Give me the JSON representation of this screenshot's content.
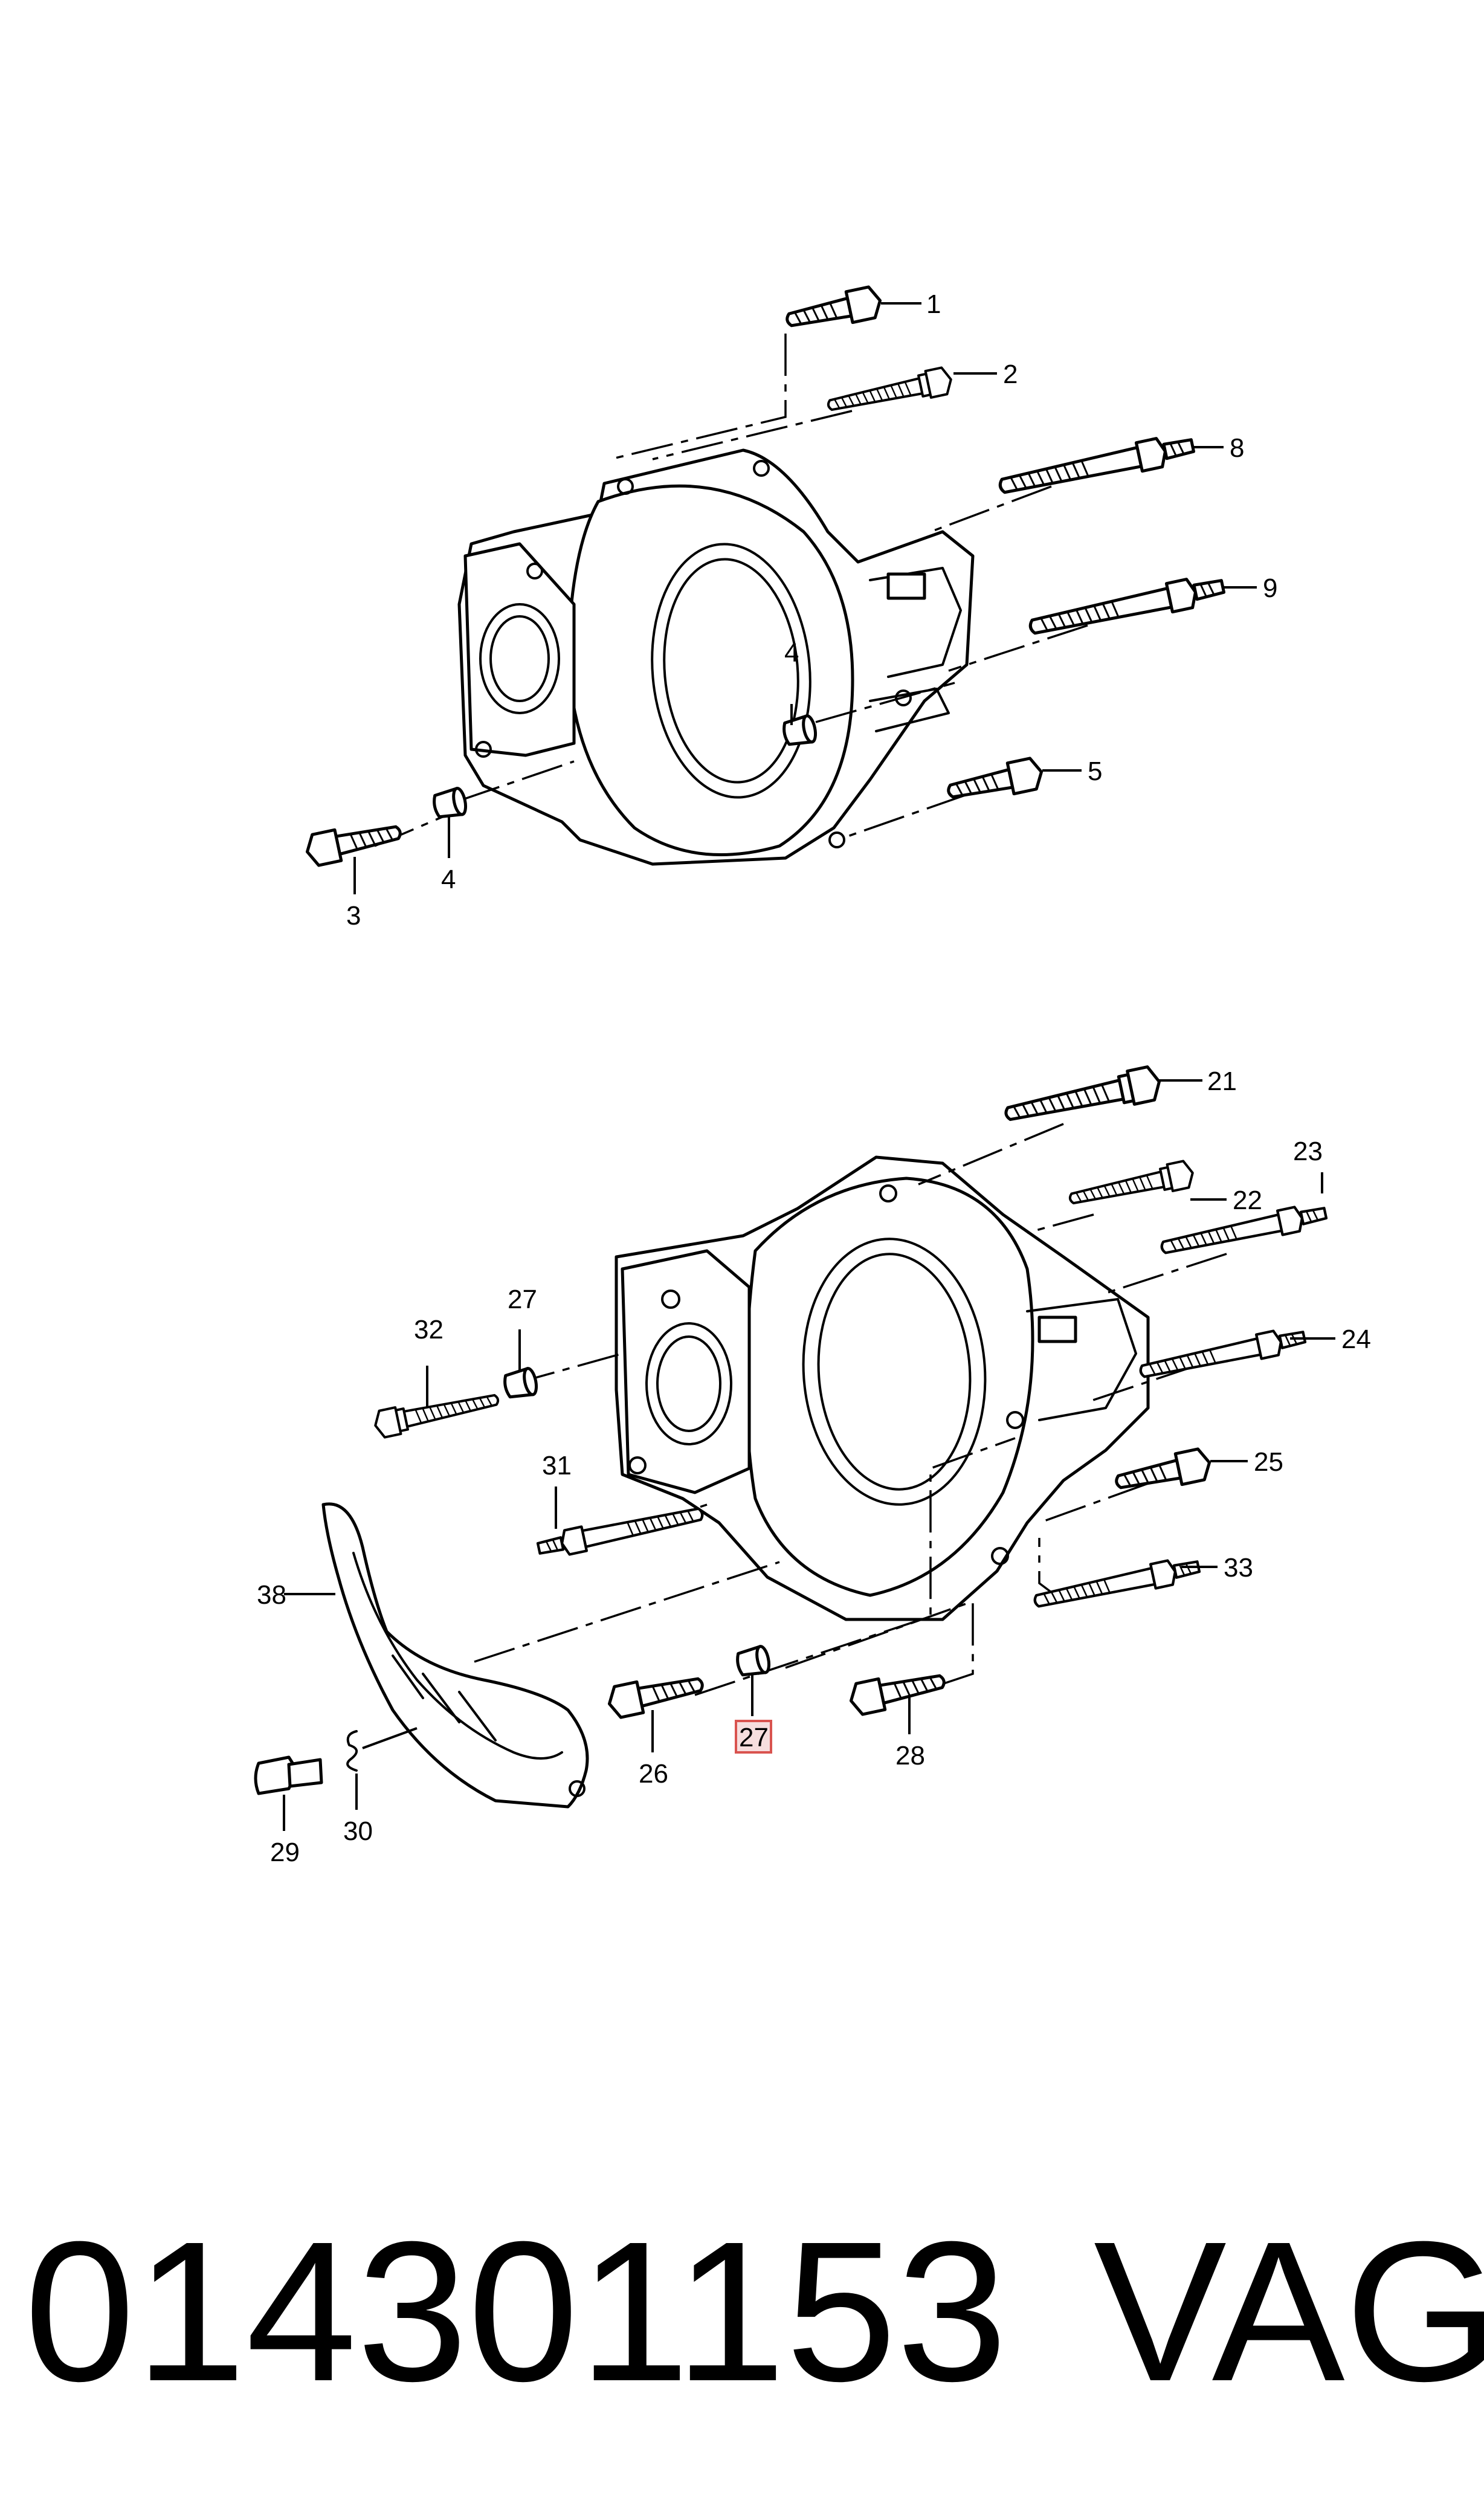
{
  "callouts_upper": [
    {
      "id": "callout-1",
      "label": "1"
    },
    {
      "id": "callout-2",
      "label": "2"
    },
    {
      "id": "callout-8",
      "label": "8"
    },
    {
      "id": "callout-9",
      "label": "9"
    },
    {
      "id": "callout-4a",
      "label": "4"
    },
    {
      "id": "callout-5",
      "label": "5"
    },
    {
      "id": "callout-3",
      "label": "3"
    },
    {
      "id": "callout-4b",
      "label": "4"
    }
  ],
  "callouts_lower": [
    {
      "id": "callout-21",
      "label": "21"
    },
    {
      "id": "callout-22",
      "label": "22"
    },
    {
      "id": "callout-23",
      "label": "23"
    },
    {
      "id": "callout-24",
      "label": "24"
    },
    {
      "id": "callout-25",
      "label": "25"
    },
    {
      "id": "callout-33",
      "label": "33"
    },
    {
      "id": "callout-32",
      "label": "32"
    },
    {
      "id": "callout-27a",
      "label": "27"
    },
    {
      "id": "callout-31",
      "label": "31"
    },
    {
      "id": "callout-38",
      "label": "38"
    },
    {
      "id": "callout-26",
      "label": "26"
    },
    {
      "id": "callout-27b",
      "label": "27",
      "highlighted": true
    },
    {
      "id": "callout-28",
      "label": "28"
    },
    {
      "id": "callout-29",
      "label": "29"
    },
    {
      "id": "callout-30",
      "label": "30"
    }
  ],
  "footer": {
    "part_number": "014301153",
    "brand": "VAG"
  },
  "colors": {
    "line": "#000000",
    "background": "#ffffff",
    "highlight_fill": "#f6dede",
    "highlight_stroke": "#d9534f"
  }
}
